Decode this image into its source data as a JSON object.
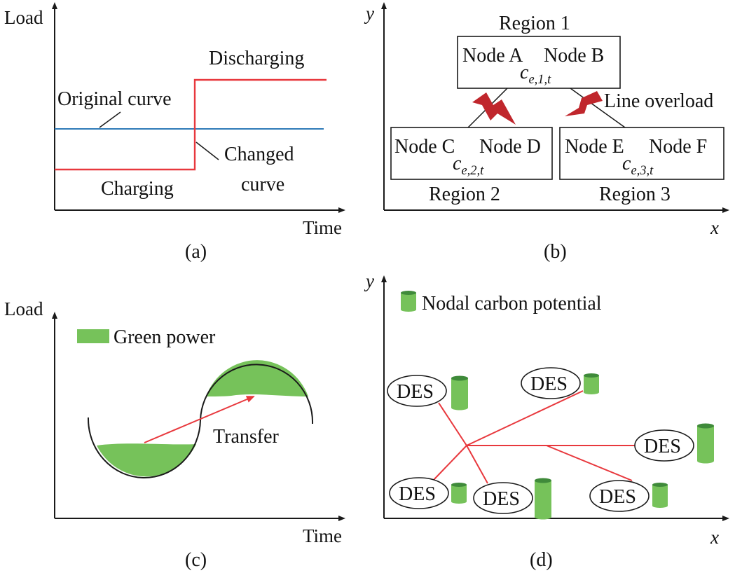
{
  "colors": {
    "axis": "#1a1a1a",
    "red": "#e8383d",
    "blue": "#2f7bb8",
    "green": "#76c25a",
    "green_dark": "#3f8a3a",
    "bolt": "#c0262c"
  },
  "panel_a": {
    "caption": "(a)",
    "y_label": "Load",
    "x_label": "Time",
    "original_curve": "Original curve",
    "discharging": "Discharging",
    "changed_line1": "Changed",
    "changed_line2": "curve",
    "charging": "Charging"
  },
  "panel_b": {
    "caption": "(b)",
    "y_label": "y",
    "x_label": "x",
    "region1": "Region 1",
    "region2": "Region 2",
    "region3": "Region 3",
    "node_a": "Node A",
    "node_b": "Node B",
    "node_c": "Node C",
    "node_d": "Node D",
    "node_e": "Node E",
    "node_f": "Node F",
    "c_main": "c",
    "c1_sub": "e,1,t",
    "c2_sub": "e,2,t",
    "c3_sub": "e,3,t",
    "line_overload": "Line overload"
  },
  "panel_c": {
    "caption": "(c)",
    "y_label": "Load",
    "x_label": "Time",
    "green_power": "Green power",
    "transfer": "Transfer"
  },
  "panel_d": {
    "caption": "(d)",
    "y_label": "y",
    "x_label": "x",
    "legend": "Nodal carbon potential",
    "des": [
      "DES",
      "DES",
      "DES",
      "DES",
      "DES",
      "DES"
    ]
  }
}
